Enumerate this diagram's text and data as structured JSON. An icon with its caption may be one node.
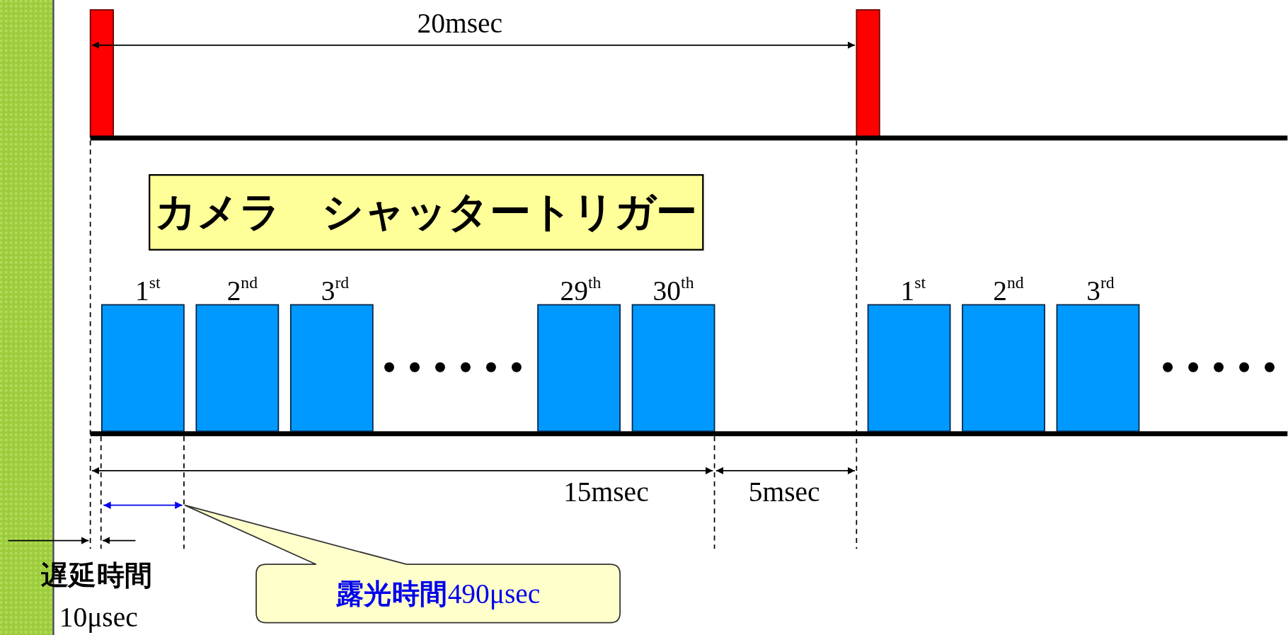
{
  "diagram": {
    "nodes": [
      {
        "text": [
          "カメラ　シャッタートリガー"
        ]
      },
      {
        "text": [
          "**露光時間**490μsec"
        ]
      }
    ],
    "labels": [
      "20msec",
      "1$^{st}$",
      "2$^{nd}$",
      "3$^{rd}$",
      "29$^{th}$",
      "30$^{th}$",
      "1$^{st}$",
      "2$^{nd}$",
      "3$^{rd}$",
      "15msec",
      "5msec",
      "遅延時間",
      "10μsec"
    ]
  }
}
